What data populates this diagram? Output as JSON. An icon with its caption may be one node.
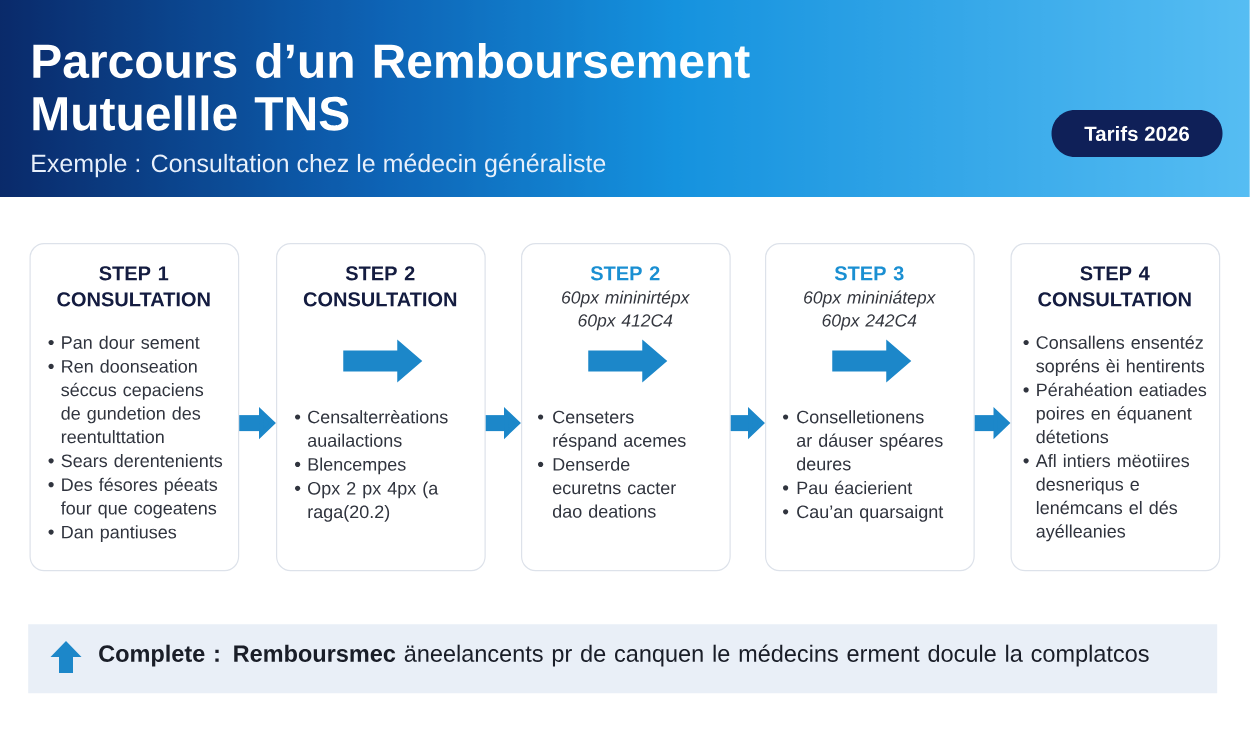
{
  "diagram": {
    "title": "Parcours d’un Remboursement Mutuellle TNS",
    "nodes": [
      {
        "text": [
          "Tarifs 2026"
        ]
      },
      {
        "text": [
          "STEP 1 CONSULTATION",
          "Pan dour sement",
          "Ren doonseation séccus cepaciens de gundetion des reentulttation",
          "Sears derentenients",
          "Des fésores péeats four que cogeatens",
          "Dan pantiuses"
        ]
      },
      {
        "text": [
          "STEP 2 CONSULTATION",
          "Censalterrèations auailactions",
          "Blencempes",
          "Opx 2 px 4px (a raga(20.2)"
        ]
      },
      {
        "text": [
          "STEP 2",
          "60px mininirtépx 60px 412C4",
          "Censeters réspand acemes",
          "Denserde ecuretns cacter dao deations"
        ]
      },
      {
        "text": [
          "STEP 3",
          "60px mininiátepx 60px 242C4",
          "Conselletionens ar dáuser spéares deures",
          "Pau éacierient",
          "Cau’an quarsaignt"
        ]
      },
      {
        "text": [
          "STEP 4 CONSULTATION",
          "Consallens ensentéz sopréns èi hentirents",
          "Pérahéation eatiades poires en équanent détetions",
          "Afl intiers mëotiires desneriqus e lenémcans el dés ayélleanies"
        ]
      },
      {
        "text": [
          "**Complete : Remboursmec** äneelancents pr de canquen le médecins erment docule la complatcos"
        ]
      }
    ],
    "edges": [
      {
        "from": 1,
        "to": 2,
        "arrow": "to"
      },
      {
        "from": 2,
        "to": 3,
        "arrow": "to"
      },
      {
        "from": 3,
        "to": 4,
        "arrow": "to"
      },
      {
        "from": 4,
        "to": 5,
        "arrow": "to"
      }
    ],
    "labels": [
      "Exemple : Consultation chez le médecin généraliste"
    ]
  }
}
